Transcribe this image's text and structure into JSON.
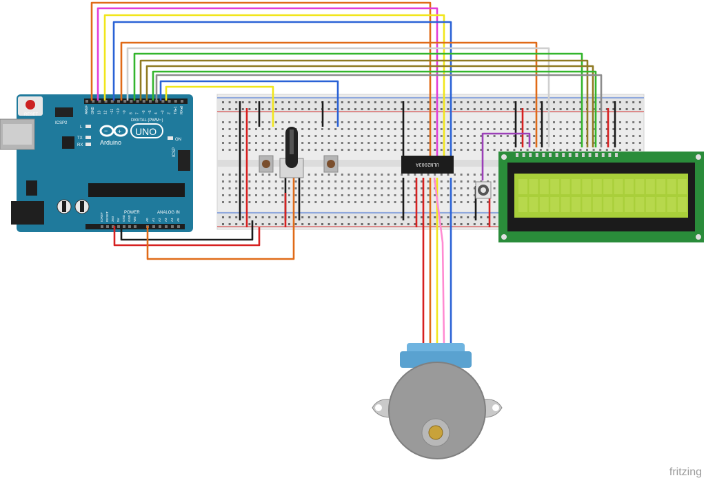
{
  "arduino": {
    "brand": "Arduino",
    "model": "UNO",
    "reset_label": "RESET",
    "icsp2_label": "ICSP2",
    "icsp_label": "ICSP",
    "tx_label": "TX",
    "rx_label": "RX",
    "l_label": "L",
    "on_label": "ON",
    "digital_label": "DIGITAL (PWM~)",
    "power_label": "POWER",
    "analog_label": "ANALOG IN",
    "digital_pins": [
      "AREF",
      "GND",
      "13",
      "12",
      "~11",
      "~10",
      "~9",
      "8",
      "7",
      "~6",
      "~5",
      "4",
      "~3",
      "2",
      "TX▸1",
      "RX◂0"
    ],
    "power_pins": [
      "IOREF",
      "RESET",
      "3V3",
      "5V",
      "GND",
      "GND",
      "VIN"
    ],
    "analog_pins": [
      "A0",
      "A1",
      "A2",
      "A3",
      "A4",
      "A5"
    ]
  },
  "driver_ic": {
    "label": "ULN2003A"
  },
  "watermark": "fritzing",
  "colors": {
    "board": "#1f7a9c",
    "board_dark": "#176482",
    "lcd_pcb": "#2a8c3a",
    "lcd_screen": "#a9cf3a",
    "wire_orange": "#e06a17",
    "wire_magenta": "#e23cd6",
    "wire_yellow": "#f1e61b",
    "wire_blue": "#2a62d6",
    "wire_green": "#33b52c",
    "wire_olive": "#8f7a22",
    "wire_gray": "#8c8c8c",
    "wire_white": "#d8d8d8",
    "wire_red": "#d62020",
    "wire_black": "#1a1a1a",
    "wire_purple": "#9b3fb8",
    "motor_body": "#9a9a9a",
    "motor_cap": "#6fb4e0"
  },
  "icons": {
    "board": "arduino-uno-board",
    "breadboard": "breadboard",
    "pot": "potentiometer",
    "button": "push-button",
    "lcd": "lcd-16x2",
    "motor": "stepper-motor"
  }
}
